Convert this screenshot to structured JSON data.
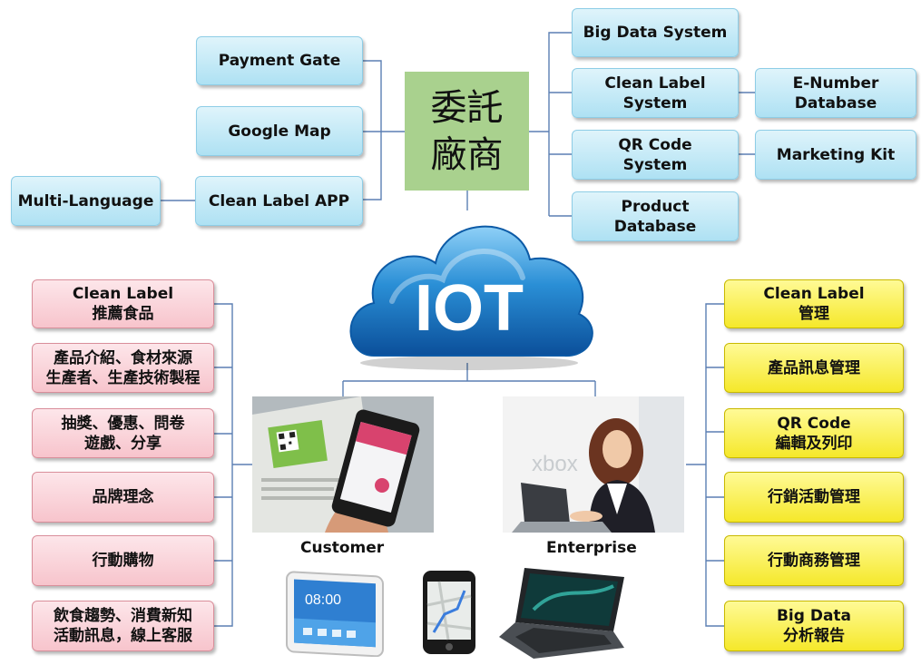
{
  "vendor": {
    "line1": "委託",
    "line2": "廠商"
  },
  "cloud": {
    "label": "IOT"
  },
  "top_left": {
    "payment_gate": "Payment Gate",
    "google_map": "Google Map",
    "multi_language": "Multi-Language",
    "clean_label_app": "Clean Label APP"
  },
  "top_right": {
    "big_data_system": "Big Data System",
    "clean_label_system": [
      "Clean Label",
      "System"
    ],
    "e_number_database": [
      "E-Number",
      "Database"
    ],
    "qr_code_system": [
      "QR Code",
      "System"
    ],
    "marketing_kit": "Marketing Kit",
    "product_database": [
      "Product",
      "Database"
    ]
  },
  "customer_features": [
    [
      "Clean Label",
      "推薦食品"
    ],
    [
      "產品介紹、食材來源",
      "生產者、生產技術製程"
    ],
    [
      "抽獎、優惠、問卷",
      "遊戲、分享"
    ],
    [
      "品牌理念"
    ],
    [
      "行動購物"
    ],
    [
      "飲食趨勢、消費新知",
      "活動訊息，線上客服"
    ]
  ],
  "enterprise_features": [
    [
      "Clean Label",
      "管理"
    ],
    [
      "產品訊息管理"
    ],
    [
      "QR Code",
      "編輯及列印"
    ],
    [
      "行銷活動管理"
    ],
    [
      "行動商務管理"
    ],
    [
      "Big Data",
      "分析報告"
    ]
  ],
  "captions": {
    "customer": "Customer",
    "enterprise": "Enterprise"
  },
  "screens": {
    "tablet_time": "08:00",
    "photo_watermark": "xbox"
  },
  "colors": {
    "blue_box": "#aee1f3",
    "pink_box": "#f7c4cc",
    "yellow_box": "#f5e82a",
    "vendor_green": "#a9d18e",
    "cloud_blue": "#2a8fd6",
    "connector": "#5b7fb3"
  }
}
